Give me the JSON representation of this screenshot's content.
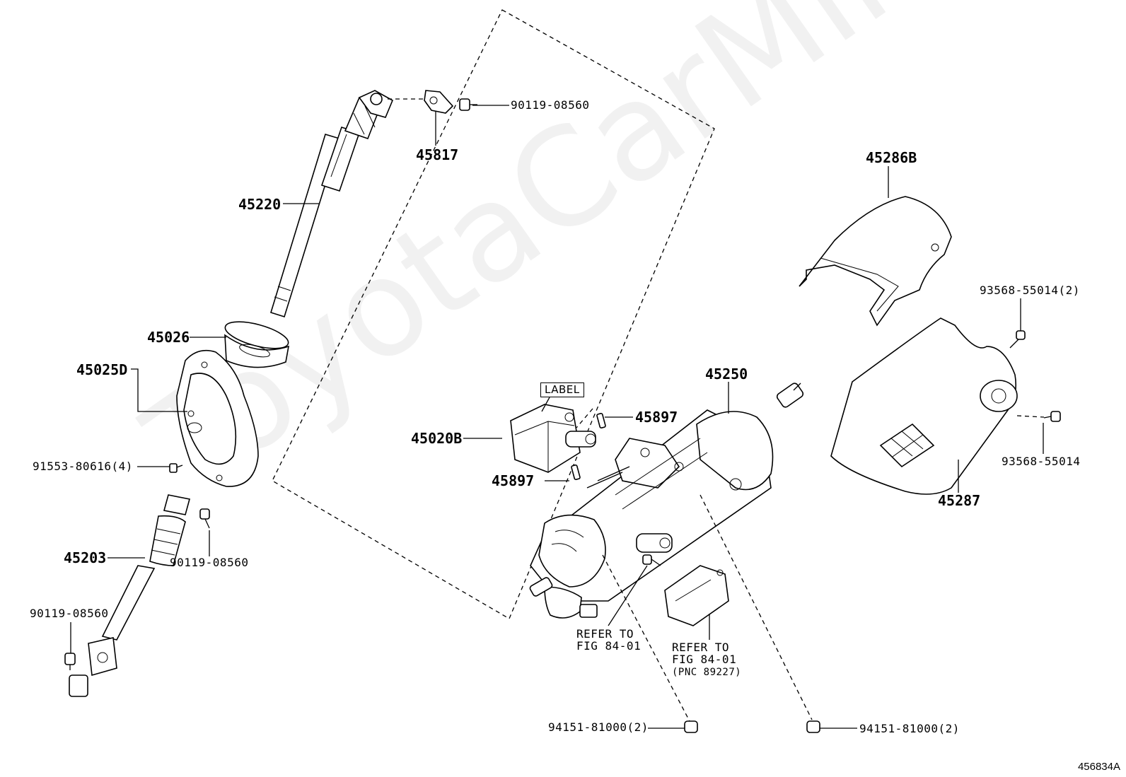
{
  "watermark": "ToyotaCarMine.ru",
  "diagram_id": "456834A",
  "labels": {
    "p45817": "45817",
    "p90119_top": "90119-08560",
    "p45220": "45220",
    "p45026": "45026",
    "p45025D": "45025D",
    "p91553": "91553-80616(4)",
    "p90119_mid": "90119-08560",
    "p45203": "45203",
    "p90119_low": "90119-08560",
    "p45286B": "45286B",
    "p93568_top": "93568-55014(2)",
    "p93568_low": "93568-55014",
    "p45287": "45287",
    "p45250": "45250",
    "label_box": "LABEL",
    "p45020B": "45020B",
    "p45897_upper": "45897",
    "p45897_lower": "45897",
    "refer1_line1": "REFER TO",
    "refer1_line2": "FIG 84-01",
    "refer2_line1": "REFER TO",
    "refer2_line2": "FIG 84-01",
    "refer2_line3": "(PNC 89227)",
    "p94151_left": "94151-81000(2)",
    "p94151_right": "94151-81000(2)"
  }
}
